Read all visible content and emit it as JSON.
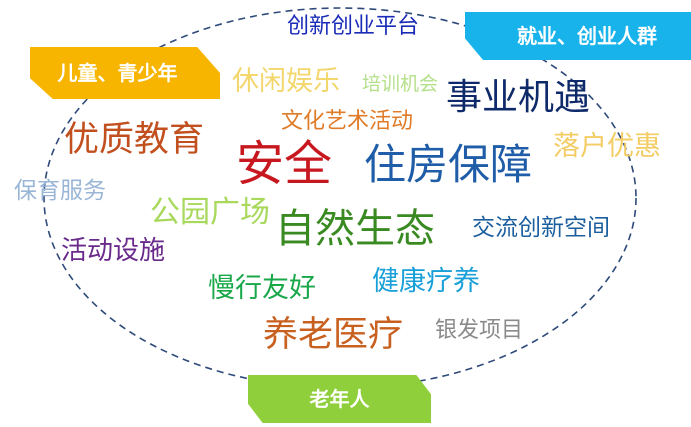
{
  "groups": {
    "youth": "儿童、青少年",
    "work": "就业、创业人群",
    "elder": "老年人"
  },
  "keywords": {
    "innovation_platform": "创新创业平台",
    "leisure": "休闲娱乐",
    "training": "培训机会",
    "career": "事业机遇",
    "culture": "文化艺术活动",
    "education": "优质教育",
    "hukou": "落户优惠",
    "safety": "安全",
    "housing": "住房保障",
    "childcare": "保育服务",
    "parks": "公园广场",
    "ecology": "自然生态",
    "exchange": "交流创新空间",
    "facilities": "活动设施",
    "slow_travel": "慢行友好",
    "wellness": "健康疗养",
    "elderly_care": "养老医疗",
    "silver": "银发项目"
  },
  "colors": {
    "youth_tag": "#f7b500",
    "work_tag": "#19b3ec",
    "elder_tag": "#8fcf3c",
    "ellipse": "#2e4a7a"
  }
}
